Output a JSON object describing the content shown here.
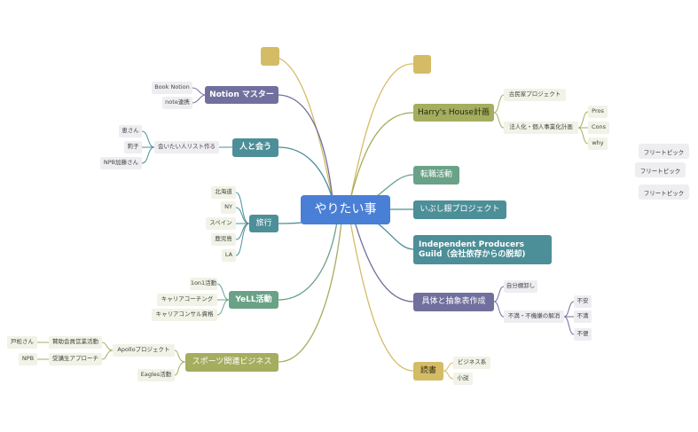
{
  "colors": {
    "root": "#4a7fd6",
    "purple": "#716f9e",
    "teal": "#4d8f98",
    "green": "#6aa287",
    "olive": "#a5ad5e",
    "gold": "#d4bc67",
    "leaf_bg": "#f0f3e6",
    "float_bg": "#eeeef1"
  },
  "root": {
    "label": "やりたい事"
  },
  "left": {
    "notion": {
      "label": "Notion マスター",
      "children": [
        "Book Notion",
        "note連携"
      ]
    },
    "meet": {
      "label": "人と会う",
      "list": "会いたい人リスト作る",
      "children": [
        "恵さん",
        "莉子",
        "NPB加藤さん"
      ]
    },
    "travel": {
      "label": "旅行",
      "children": [
        "北海道",
        "NY",
        "スペイン",
        "鹿児島",
        "LA"
      ]
    },
    "yell": {
      "label": "YeLL活動",
      "children": [
        "1on1活動",
        "キャリアコーチング",
        "キャリアコンサル資格"
      ]
    },
    "sports": {
      "label": "スポーツ関連ビジネス",
      "apollo": "Apolloプロジェクト",
      "apollo_children": [
        "賛助会員営業活動",
        "受講生アプローチ"
      ],
      "apollo_grand": [
        "戸松さん",
        "NPB"
      ],
      "eagles": "Eagles活動"
    }
  },
  "right": {
    "harry": {
      "label": "Harry's House計画",
      "kominka": "古民家プロジェクト",
      "hojin": "法人化・個人事業化計画",
      "hojin_children": [
        "Pros",
        "Cons",
        "why"
      ]
    },
    "tenshoku": {
      "label": "転職活動"
    },
    "ibushi": {
      "label": "いぶし銀プロジェクト"
    },
    "ipg": {
      "label": "Independent Producers Guild（会社依存からの脱却)"
    },
    "gutai": {
      "label": "具体と抽象表作成",
      "jibun": "自分棚卸し",
      "fuman": "不満・不機嫌の解消",
      "fuman_children": [
        "不安",
        "不満",
        "不便"
      ]
    },
    "dokusho": {
      "label": "読書",
      "children": [
        "ビジネス系",
        "小説"
      ]
    }
  },
  "floating": [
    "フリートピック",
    "フリートピック",
    "フリートピック"
  ]
}
